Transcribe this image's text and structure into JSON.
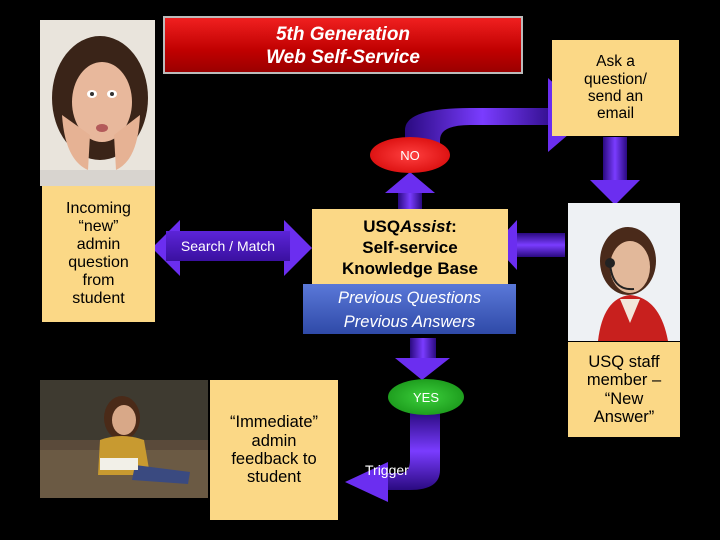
{
  "title_banner": {
    "line1": "5th Generation",
    "line2": "Web Self-Service"
  },
  "ask_box": {
    "line1": "Ask a",
    "line2": "question/",
    "line3": "send an",
    "line4": "email"
  },
  "incoming_box": {
    "line1": "Incoming",
    "line2": "“new”",
    "line3": "admin",
    "line4": "question",
    "line5": "from",
    "line6": "student"
  },
  "search_match_label": "Search / Match",
  "kb_box": {
    "line1": "USQ",
    "line1_italic": "Assist",
    "line1_end": ":",
    "line2": "Self-service",
    "line3": "Knowledge Base"
  },
  "previous_box": {
    "line1": "Previous Questions",
    "line2": "Previous Answers"
  },
  "no_oval": "NO",
  "yes_oval": "YES",
  "trigger_label": "Trigger",
  "feedback_box": {
    "line1": "“Immediate”",
    "line2": "admin",
    "line3": "feedback to",
    "line4": "student"
  },
  "staff_box": {
    "line1": "USQ staff",
    "line2": "member –",
    "line3": "“New",
    "line4": "Answer”"
  },
  "colors": {
    "tan": "#fbd886",
    "red": "#e01818",
    "green": "#1fa81f",
    "purple": "#5a18c8",
    "blue_box": "#4a66c6"
  }
}
